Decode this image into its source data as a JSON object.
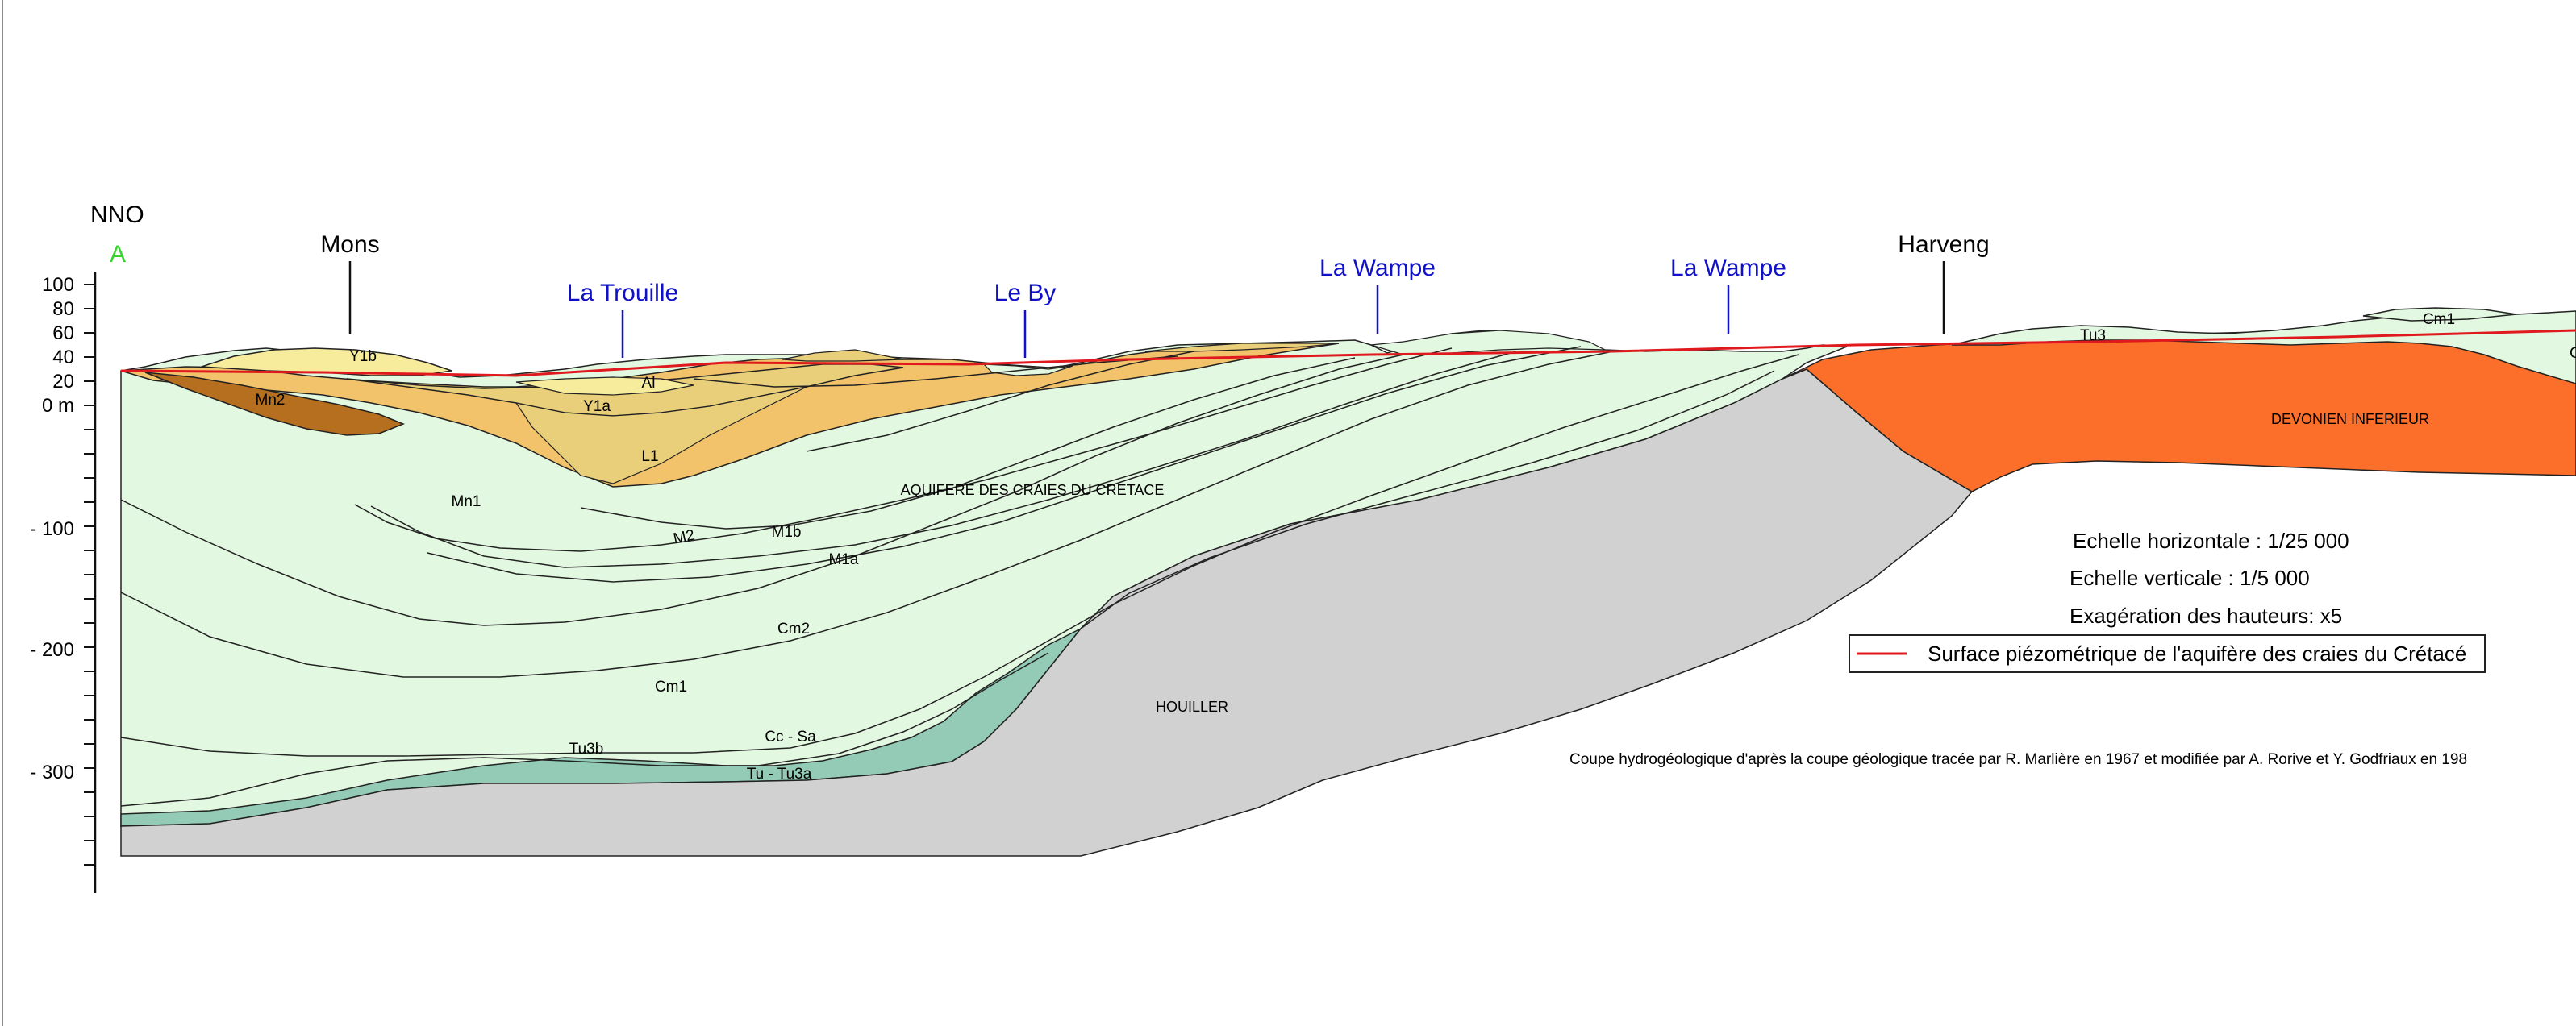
{
  "orientation": "NNO",
  "profile_start": "A",
  "places": [
    "Mons",
    "Harveng"
  ],
  "rivers": [
    "La Trouille",
    "Le By",
    "La Wampe",
    "La Wampe"
  ],
  "y_axis": {
    "unit": "m",
    "labels": [
      "100",
      "80",
      "60",
      "40",
      "20",
      "0 m",
      "- 100",
      "- 200",
      "- 300"
    ]
  },
  "units": {
    "y1b": "Y1b",
    "y1a": "Y1a",
    "al": "Al",
    "mn2": "Mn2",
    "l1": "L1",
    "mn1": "Mn1",
    "m2": "M2",
    "m1b": "M1b",
    "m1a": "M1a",
    "cm2": "Cm2",
    "cm1": "Cm1",
    "cc_sa": "Cc - Sa",
    "tu3b": "Tu3b",
    "tu_tu3a": "Tu - Tu3a",
    "tu3": "Tu3",
    "cm1_east": "Cm1",
    "houiller": "HOUILLER",
    "devonien": "DEVONIEN INFERIEUR",
    "aquifer": "AQUIFERE DES CRAIES DU CRETACE",
    "edge_fragment": "C"
  },
  "scale_notes": [
    "Echelle horizontale : 1/25 000",
    "Echelle verticale : 1/5 000",
    "Exagération des hauteurs: x5"
  ],
  "legend": {
    "label": "Surface piézométrique de l'aquifère des craies du Crétacé",
    "color": "#e0191e"
  },
  "credit": "Coupe hydrogéologique d'après la coupe géologique tracée par R. Marlière en 1967 et modifiée par A. Rorive et Y. Godfriaux en 198",
  "colors": {
    "chalk": "#e3f8e0",
    "yellow_sands": "#f6ec9c",
    "ochre": "#e9cf7a",
    "orange_tan": "#f2c36a",
    "brown": "#b66f1e",
    "teal": "#93cbb6",
    "houiller": "#d1d1d1",
    "devonien": "#fb6f2a",
    "piezo": "#e0191e",
    "start_marker": "#37d52b",
    "river_text": "#1010c8"
  }
}
